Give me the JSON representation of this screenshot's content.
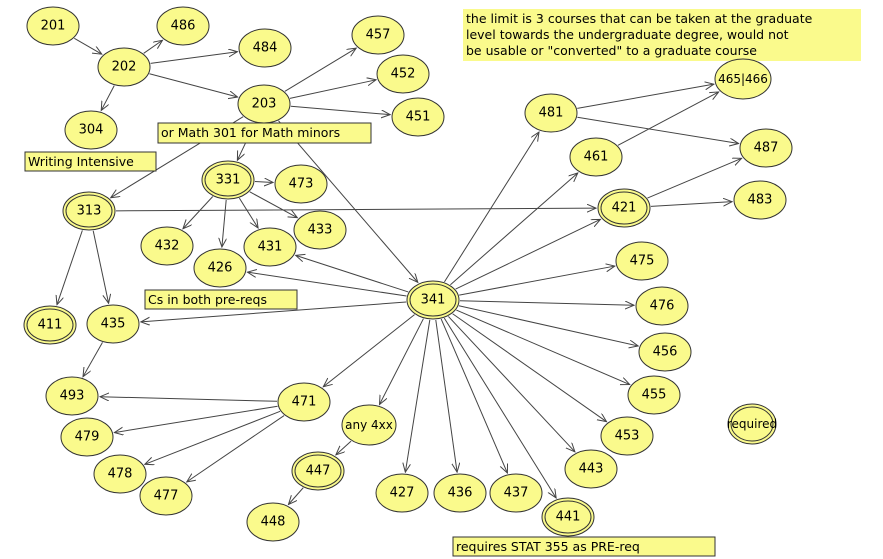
{
  "colors": {
    "node_fill": "#fafa8c",
    "stroke": "#333333",
    "note_fill": "#fafa8c"
  },
  "nodes": [
    {
      "id": "201",
      "label": "201"
    },
    {
      "id": "202",
      "label": "202"
    },
    {
      "id": "486",
      "label": "486"
    },
    {
      "id": "484",
      "label": "484"
    },
    {
      "id": "304",
      "label": "304"
    },
    {
      "id": "203",
      "label": "203"
    },
    {
      "id": "457",
      "label": "457"
    },
    {
      "id": "452",
      "label": "452"
    },
    {
      "id": "451",
      "label": "451"
    },
    {
      "id": "331",
      "label": "331",
      "required": true
    },
    {
      "id": "473",
      "label": "473"
    },
    {
      "id": "433",
      "label": "433"
    },
    {
      "id": "431",
      "label": "431"
    },
    {
      "id": "432",
      "label": "432"
    },
    {
      "id": "426",
      "label": "426"
    },
    {
      "id": "313",
      "label": "313",
      "required": true
    },
    {
      "id": "411",
      "label": "411",
      "required": true
    },
    {
      "id": "435",
      "label": "435"
    },
    {
      "id": "493",
      "label": "493"
    },
    {
      "id": "479",
      "label": "479"
    },
    {
      "id": "478",
      "label": "478"
    },
    {
      "id": "477",
      "label": "477"
    },
    {
      "id": "471",
      "label": "471"
    },
    {
      "id": "any4xx",
      "label": "any 4xx"
    },
    {
      "id": "447",
      "label": "447",
      "required": true
    },
    {
      "id": "448",
      "label": "448"
    },
    {
      "id": "427",
      "label": "427"
    },
    {
      "id": "436",
      "label": "436"
    },
    {
      "id": "437",
      "label": "437"
    },
    {
      "id": "441",
      "label": "441",
      "required": true
    },
    {
      "id": "443",
      "label": "443"
    },
    {
      "id": "453",
      "label": "453"
    },
    {
      "id": "455",
      "label": "455"
    },
    {
      "id": "456",
      "label": "456"
    },
    {
      "id": "476",
      "label": "476"
    },
    {
      "id": "475",
      "label": "475"
    },
    {
      "id": "421",
      "label": "421",
      "required": true
    },
    {
      "id": "483",
      "label": "483"
    },
    {
      "id": "487",
      "label": "487"
    },
    {
      "id": "461",
      "label": "461"
    },
    {
      "id": "481",
      "label": "481"
    },
    {
      "id": "465466",
      "label": "465|466"
    },
    {
      "id": "341",
      "label": "341",
      "required": true
    },
    {
      "id": "legend-required",
      "label": "required",
      "required": true
    }
  ],
  "edges": [
    [
      "201",
      "202"
    ],
    [
      "202",
      "486"
    ],
    [
      "202",
      "484"
    ],
    [
      "202",
      "304"
    ],
    [
      "202",
      "203"
    ],
    [
      "203",
      "457"
    ],
    [
      "203",
      "452"
    ],
    [
      "203",
      "451"
    ],
    [
      "203",
      "331"
    ],
    [
      "203",
      "313"
    ],
    [
      "203",
      "341"
    ],
    [
      "331",
      "473"
    ],
    [
      "331",
      "433"
    ],
    [
      "331",
      "431"
    ],
    [
      "331",
      "432"
    ],
    [
      "331",
      "426"
    ],
    [
      "313",
      "411"
    ],
    [
      "313",
      "435"
    ],
    [
      "313",
      "421"
    ],
    [
      "435",
      "493"
    ],
    [
      "471",
      "493"
    ],
    [
      "471",
      "479"
    ],
    [
      "471",
      "478"
    ],
    [
      "471",
      "477"
    ],
    [
      "447",
      "448"
    ],
    [
      "any4xx",
      "447"
    ],
    [
      "341",
      "426"
    ],
    [
      "341",
      "431"
    ],
    [
      "341",
      "435"
    ],
    [
      "341",
      "471"
    ],
    [
      "341",
      "any4xx"
    ],
    [
      "341",
      "427"
    ],
    [
      "341",
      "436"
    ],
    [
      "341",
      "437"
    ],
    [
      "341",
      "441"
    ],
    [
      "341",
      "443"
    ],
    [
      "341",
      "453"
    ],
    [
      "341",
      "455"
    ],
    [
      "341",
      "456"
    ],
    [
      "341",
      "476"
    ],
    [
      "341",
      "475"
    ],
    [
      "341",
      "421"
    ],
    [
      "341",
      "461"
    ],
    [
      "341",
      "481"
    ],
    [
      "421",
      "483"
    ],
    [
      "421",
      "487"
    ],
    [
      "481",
      "487"
    ],
    [
      "481",
      "465466"
    ],
    [
      "461",
      "465466"
    ]
  ],
  "notes": [
    {
      "id": "note-limit",
      "lines": [
        "the limit is 3 courses that can be taken at the graduate",
        "level towards the undergraduate degree, would not",
        "be usable or \"converted\" to a graduate course"
      ]
    },
    {
      "id": "note-math301",
      "lines": [
        "or Math 301 for Math minors"
      ]
    },
    {
      "id": "note-writing",
      "lines": [
        "Writing Intensive"
      ]
    },
    {
      "id": "note-cs",
      "lines": [
        "Cs in both pre-reqs"
      ]
    },
    {
      "id": "note-stat",
      "lines": [
        "requires STAT 355 as PRE-req"
      ]
    }
  ]
}
